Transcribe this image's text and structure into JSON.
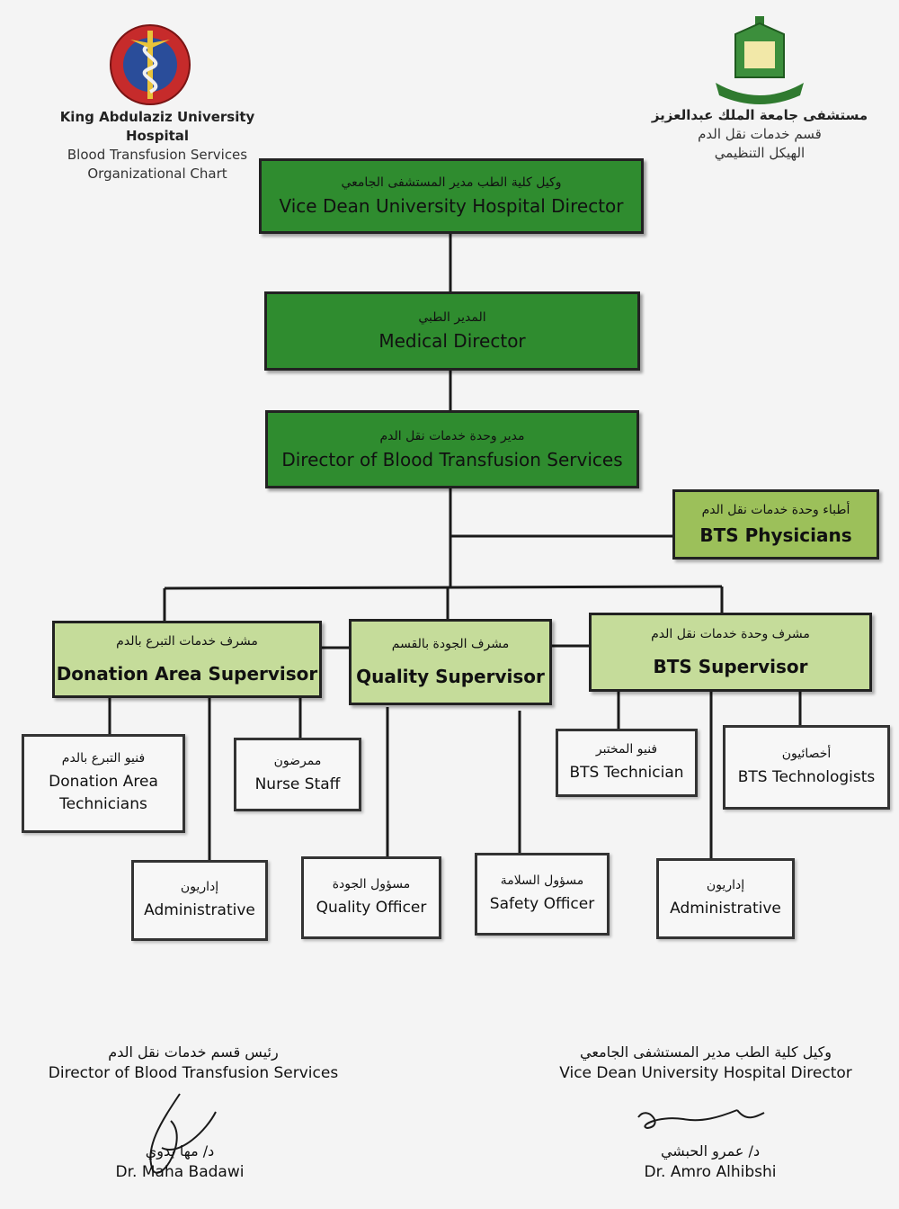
{
  "header": {
    "left": {
      "hospital": "King Abdulaziz University Hospital",
      "department": "Blood Transfusion Services",
      "document": "Organizational Chart"
    },
    "right": {
      "hospital_ar": "مستشفى جامعة الملك عبدالعزيز",
      "department_ar": "قسم خدمات نقل الدم",
      "document_ar": "الهيكل التنظيمي"
    }
  },
  "chart": {
    "vice_dean": {
      "ar": "وكيل كلية الطب مدير المستشفى الجامعي",
      "en": "Vice Dean University Hospital Director"
    },
    "medical_director": {
      "ar": "المدير الطبي",
      "en": "Medical Director"
    },
    "director_bts": {
      "ar": "مدير وحدة خدمات نقل الدم",
      "en": "Director of Blood Transfusion Services"
    },
    "bts_physicians": {
      "ar": "أطباء وحدة خدمات نقل الدم",
      "en": "BTS Physicians"
    },
    "donation_supervisor": {
      "ar": "مشرف خدمات التبرع بالدم",
      "en": "Donation Area Supervisor"
    },
    "quality_supervisor": {
      "ar": "مشرف الجودة بالقسم",
      "en": "Quality Supervisor"
    },
    "bts_supervisor": {
      "ar": "مشرف وحدة خدمات نقل الدم",
      "en": "BTS Supervisor"
    },
    "donation_technicians": {
      "ar": "فنيو التبرع بالدم",
      "en": "Donation Area Technicians"
    },
    "nurse_staff": {
      "ar": "ممرضون",
      "en": "Nurse Staff"
    },
    "administrative_left": {
      "ar": "إداريون",
      "en": "Administrative"
    },
    "quality_officer": {
      "ar": "مسؤول الجودة",
      "en": "Quality Officer"
    },
    "safety_officer": {
      "ar": "مسؤول السلامة",
      "en": "Safety Officer"
    },
    "bts_technician": {
      "ar": "فنيو المختبر",
      "en": "BTS Technician"
    },
    "bts_technologists": {
      "ar": "أخصائيون",
      "en": "BTS Technologists"
    },
    "administrative_right": {
      "ar": "إداريون",
      "en": "Administrative"
    }
  },
  "signatures": {
    "left": {
      "title_ar": "رئيس قسم خدمات نقل الدم",
      "title_en": "Director of Blood Transfusion Services",
      "name_ar": "د/ مها بدوي",
      "name_en": "Dr. Maha Badawi"
    },
    "right": {
      "title_ar": "وكيل كلية الطب مدير المستشفى الجامعي",
      "title_en": "Vice Dean University Hospital Director",
      "name_ar": "د/ عمرو الحبشي",
      "name_en": "Dr. Amro Alhibshi"
    }
  },
  "colors": {
    "dark_green": "#2f8c2f",
    "light_green": "#c5dc9a",
    "logo_red": "#c62b2b",
    "logo_green": "#2f7a2f"
  }
}
